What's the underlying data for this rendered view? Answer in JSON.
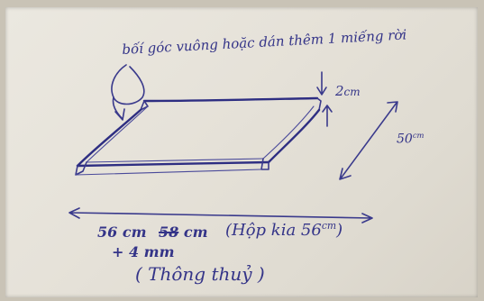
{
  "note": {
    "top_annotation": "bốí góc vuông hoặc dán thêm 1 miếng rời",
    "height_value": "2",
    "height_unit": "cm",
    "depth_value": "50",
    "depth_unit": "cm",
    "width_1": "56 cm",
    "width_2_struck": "58",
    "width_2_unit": "cm",
    "box_prefix": "(Hộp kia 56",
    "box_unit": "cm",
    "box_suffix": ")",
    "extra": "+ 4 mm",
    "clearance": "( Thông thuỷ )"
  },
  "colors": {
    "ink": "#343488",
    "paper": "#e6e2d9"
  }
}
